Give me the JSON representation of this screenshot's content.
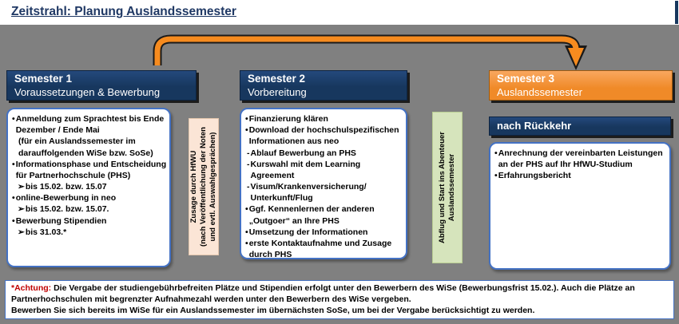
{
  "title": "Zeitstrahl: Planung Auslandssemester",
  "colors": {
    "background": "#808080",
    "navy": "#17375E",
    "orange_header": "#F08A28",
    "arrow_orange": "#F68B1F",
    "box_border": "#4472C4",
    "tan_box": "#FBE5D6",
    "green_box": "#D6E4BC",
    "attention_red": "#C00000",
    "title_blue": "#1F3864"
  },
  "semester1": {
    "title": "Semester 1",
    "subtitle": "Voraussetzungen & Bewerbung",
    "items": [
      {
        "marker": "•",
        "text": "Anmeldung zum Sprachtest bis Ende Dezember / Ende Mai",
        "indent": 0
      },
      {
        "marker": "",
        "text": "(für ein Auslandssemester im darauffolgenden WiSe bzw. SoSe)",
        "indent": 7
      },
      {
        "marker": "•",
        "text": "Informationsphase und Entscheidung für Partnerhochschule (PHS)",
        "indent": 0
      },
      {
        "marker": "➢ ",
        "text": "bis 15.02. bzw. 15.07",
        "indent": 7
      },
      {
        "marker": "•",
        "text": "online-Bewerbung in neo",
        "indent": 0
      },
      {
        "marker": "➢ ",
        "text": "bis 15.02. bzw. 15.07.",
        "indent": 7
      },
      {
        "marker": "•",
        "text": "Bewerbung Stipendien",
        "indent": 0
      },
      {
        "marker": "➢ ",
        "text": "bis 31.03.*",
        "indent": 7
      }
    ]
  },
  "transition1": {
    "line1": "Zusage durch HfWU",
    "line2": "(nach Veröffentlichung der Noten und evtl. Auswahlgesprächen)"
  },
  "semester2": {
    "title": "Semester 2",
    "subtitle": "Vorbereitung",
    "items": [
      {
        "marker": "•",
        "text": "Finanzierung klären",
        "indent": 0
      },
      {
        "marker": "•",
        "text": "Download der hochschulspezifischen Informationen aus neo",
        "indent": 0
      },
      {
        "marker": "-",
        "text": "Ablauf Bewerbung an PHS",
        "indent": 2
      },
      {
        "marker": "-",
        "text": "Kurswahl mit dem Learning Agreement",
        "indent": 2
      },
      {
        "marker": "-",
        "text": "Visum/Krankenversicherung/ Unterkunft/Flug",
        "indent": 2
      },
      {
        "marker": "•",
        "text": "Ggf. Kennenlernen der anderen „Outgoer“ an Ihre PHS",
        "indent": 0
      },
      {
        "marker": "•",
        "text": "Umsetzung der Informationen",
        "indent": 0
      },
      {
        "marker": "•",
        "text": "erste Kontaktaufnahme und Zusage durch PHS",
        "indent": 0
      }
    ]
  },
  "transition2": {
    "text": "Abflug und Start ins Abenteuer Auslandssemester"
  },
  "semester3": {
    "title": "Semester 3",
    "subtitle": "Auslandssemester",
    "return_header": "nach Rückkehr",
    "items": [
      {
        "marker": "•",
        "text": "Anrechnung der vereinbarten Leistungen an der PHS auf Ihr HfWU-Studium",
        "indent": 0
      },
      {
        "marker": "•",
        "text": "Erfahrungsbericht",
        "indent": 0
      }
    ]
  },
  "notice": {
    "prefix": "*Achtung:",
    "text1": " Die Vergabe der studiengebührbefreiten Plätze und Stipendien erfolgt unter den Bewerbern des WiSe (Bewerbungsfrist 15.02.). Auch die Plätze an Partnerhochschulen mit begrenzter Aufnahmezahl werden unter den Bewerbern des WiSe vergeben.",
    "text2": "Bewerben Sie sich bereits im WiSe für ein Auslandssemester im übernächsten SoSe, um bei der Vergabe berücksichtigt zu werden."
  }
}
